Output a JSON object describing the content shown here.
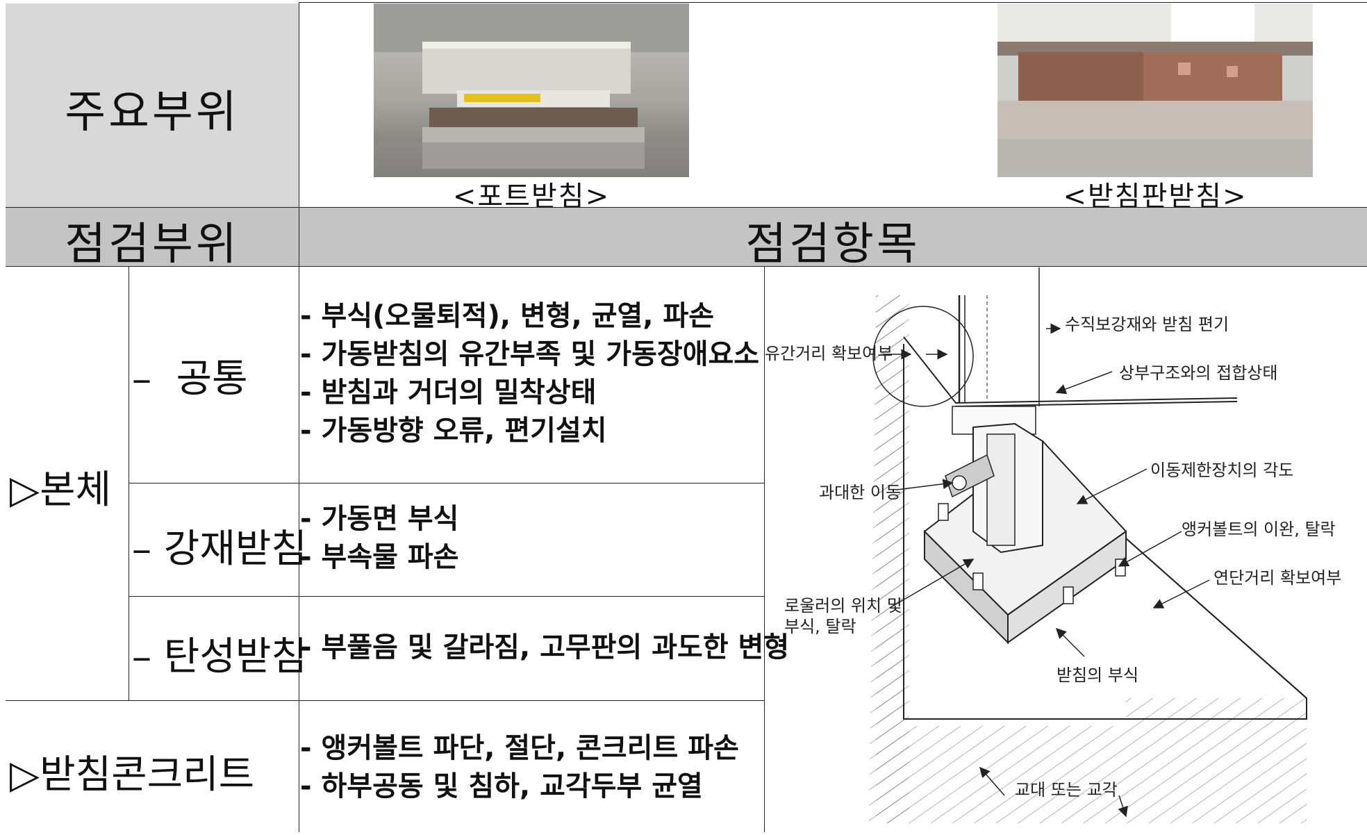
{
  "header": {
    "main_part_label": "주요부위",
    "inspection_part_label": "점검부위",
    "inspection_items_label": "점검항목"
  },
  "photos": [
    {
      "caption": "<포트받침>",
      "icon": "pot-bearing-photo"
    },
    {
      "caption": "<받침판받침>",
      "icon": "plate-bearing-photo"
    }
  ],
  "categories": {
    "body": "▷본체",
    "concrete": "▷받침콘크리트"
  },
  "subcategories": [
    {
      "label": "–  공통",
      "items": [
        "- 부식(오물퇴적), 변형, 균열, 파손",
        "- 가동받침의 유간부족 및 가동장애요소",
        "- 받침과 거더의 밀착상태",
        "- 가동방향 오류, 편기설치"
      ]
    },
    {
      "label": "– 강재받침",
      "items": [
        "- 가동면 부식",
        "- 부속물 파손"
      ]
    },
    {
      "label": "– 탄성받침",
      "items": [
        "- 부풀음 및 갈라짐, 고무판의 과도한 변형"
      ]
    }
  ],
  "concrete_items": [
    "- 앵커볼트 파단, 절단, 콘크리트 파손",
    "- 하부공동 및 침하, 교각두부 균열"
  ],
  "diagram": {
    "labels": {
      "vertical_stiffener_eccentricity": "수직보강재와 받침 편기",
      "gap_distance": "유간거리 확보여부",
      "superstructure_contact": "상부구조와의 접합상태",
      "excessive_movement": "과대한 이동",
      "limiter_angle": "이동제한장치의 각도",
      "anchor_bolt_loose": "앵커볼트의 이완, 탈락",
      "edge_distance": "연단거리 확보여부",
      "roller_position_1": "로울러의 위치 및",
      "roller_position_2": "부식, 탈락",
      "bearing_corrosion": "받침의 부식",
      "abutment_or_pier": "교대 또는 교각"
    }
  }
}
